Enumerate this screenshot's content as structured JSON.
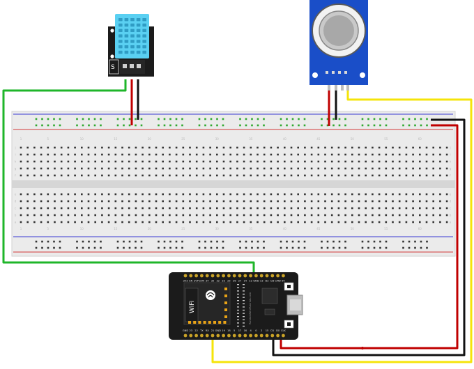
{
  "colors": {
    "wire_green": "#1fb62a",
    "wire_red": "#c00000",
    "wire_black": "#111111",
    "wire_yellow": "#f5e40a",
    "breadboard": "#ebebeb",
    "rail_red": "#d33a3a",
    "rail_blue": "#3a3ad3",
    "hole_rail": "#2ea82e",
    "hole_main": "#333333",
    "sensor_blue": "#5ad0f2",
    "module_blue": "#1a4ec8",
    "board_black": "#1b1b1b"
  },
  "breadboard": {
    "column_numbers": [
      "1",
      "5",
      "10",
      "15",
      "20",
      "25",
      "30",
      "35",
      "40",
      "45",
      "50",
      "55",
      "60"
    ],
    "row_letters_top": [
      "j",
      "i",
      "h",
      "g",
      "f"
    ],
    "row_letters_bottom": [
      "e",
      "d",
      "c",
      "b",
      "a"
    ]
  },
  "dht_sensor": {
    "label": "S",
    "icon": "dht11-temperature-humidity-sensor-icon"
  },
  "gas_module": {
    "icon": "mq-gas-sensor-module-icon"
  },
  "esp32": {
    "icon": "esp32-devkit-board-icon",
    "wifi_label": "WiFi",
    "top_pins": [
      "3V3",
      "EN",
      "SVP",
      "SVN",
      "34",
      "35",
      "32",
      "33",
      "25",
      "26",
      "27",
      "14",
      "12",
      "GND",
      "13",
      "D2",
      "D3",
      "CMD",
      "5V"
    ],
    "bottom_pins": [
      "GND",
      "23",
      "22",
      "TX",
      "RX",
      "21",
      "GND",
      "19",
      "18",
      "5",
      "17",
      "16",
      "4",
      "0",
      "2",
      "15",
      "D1",
      "D0",
      "CLK"
    ],
    "side_text": "RandomNerdTutorials.com"
  }
}
